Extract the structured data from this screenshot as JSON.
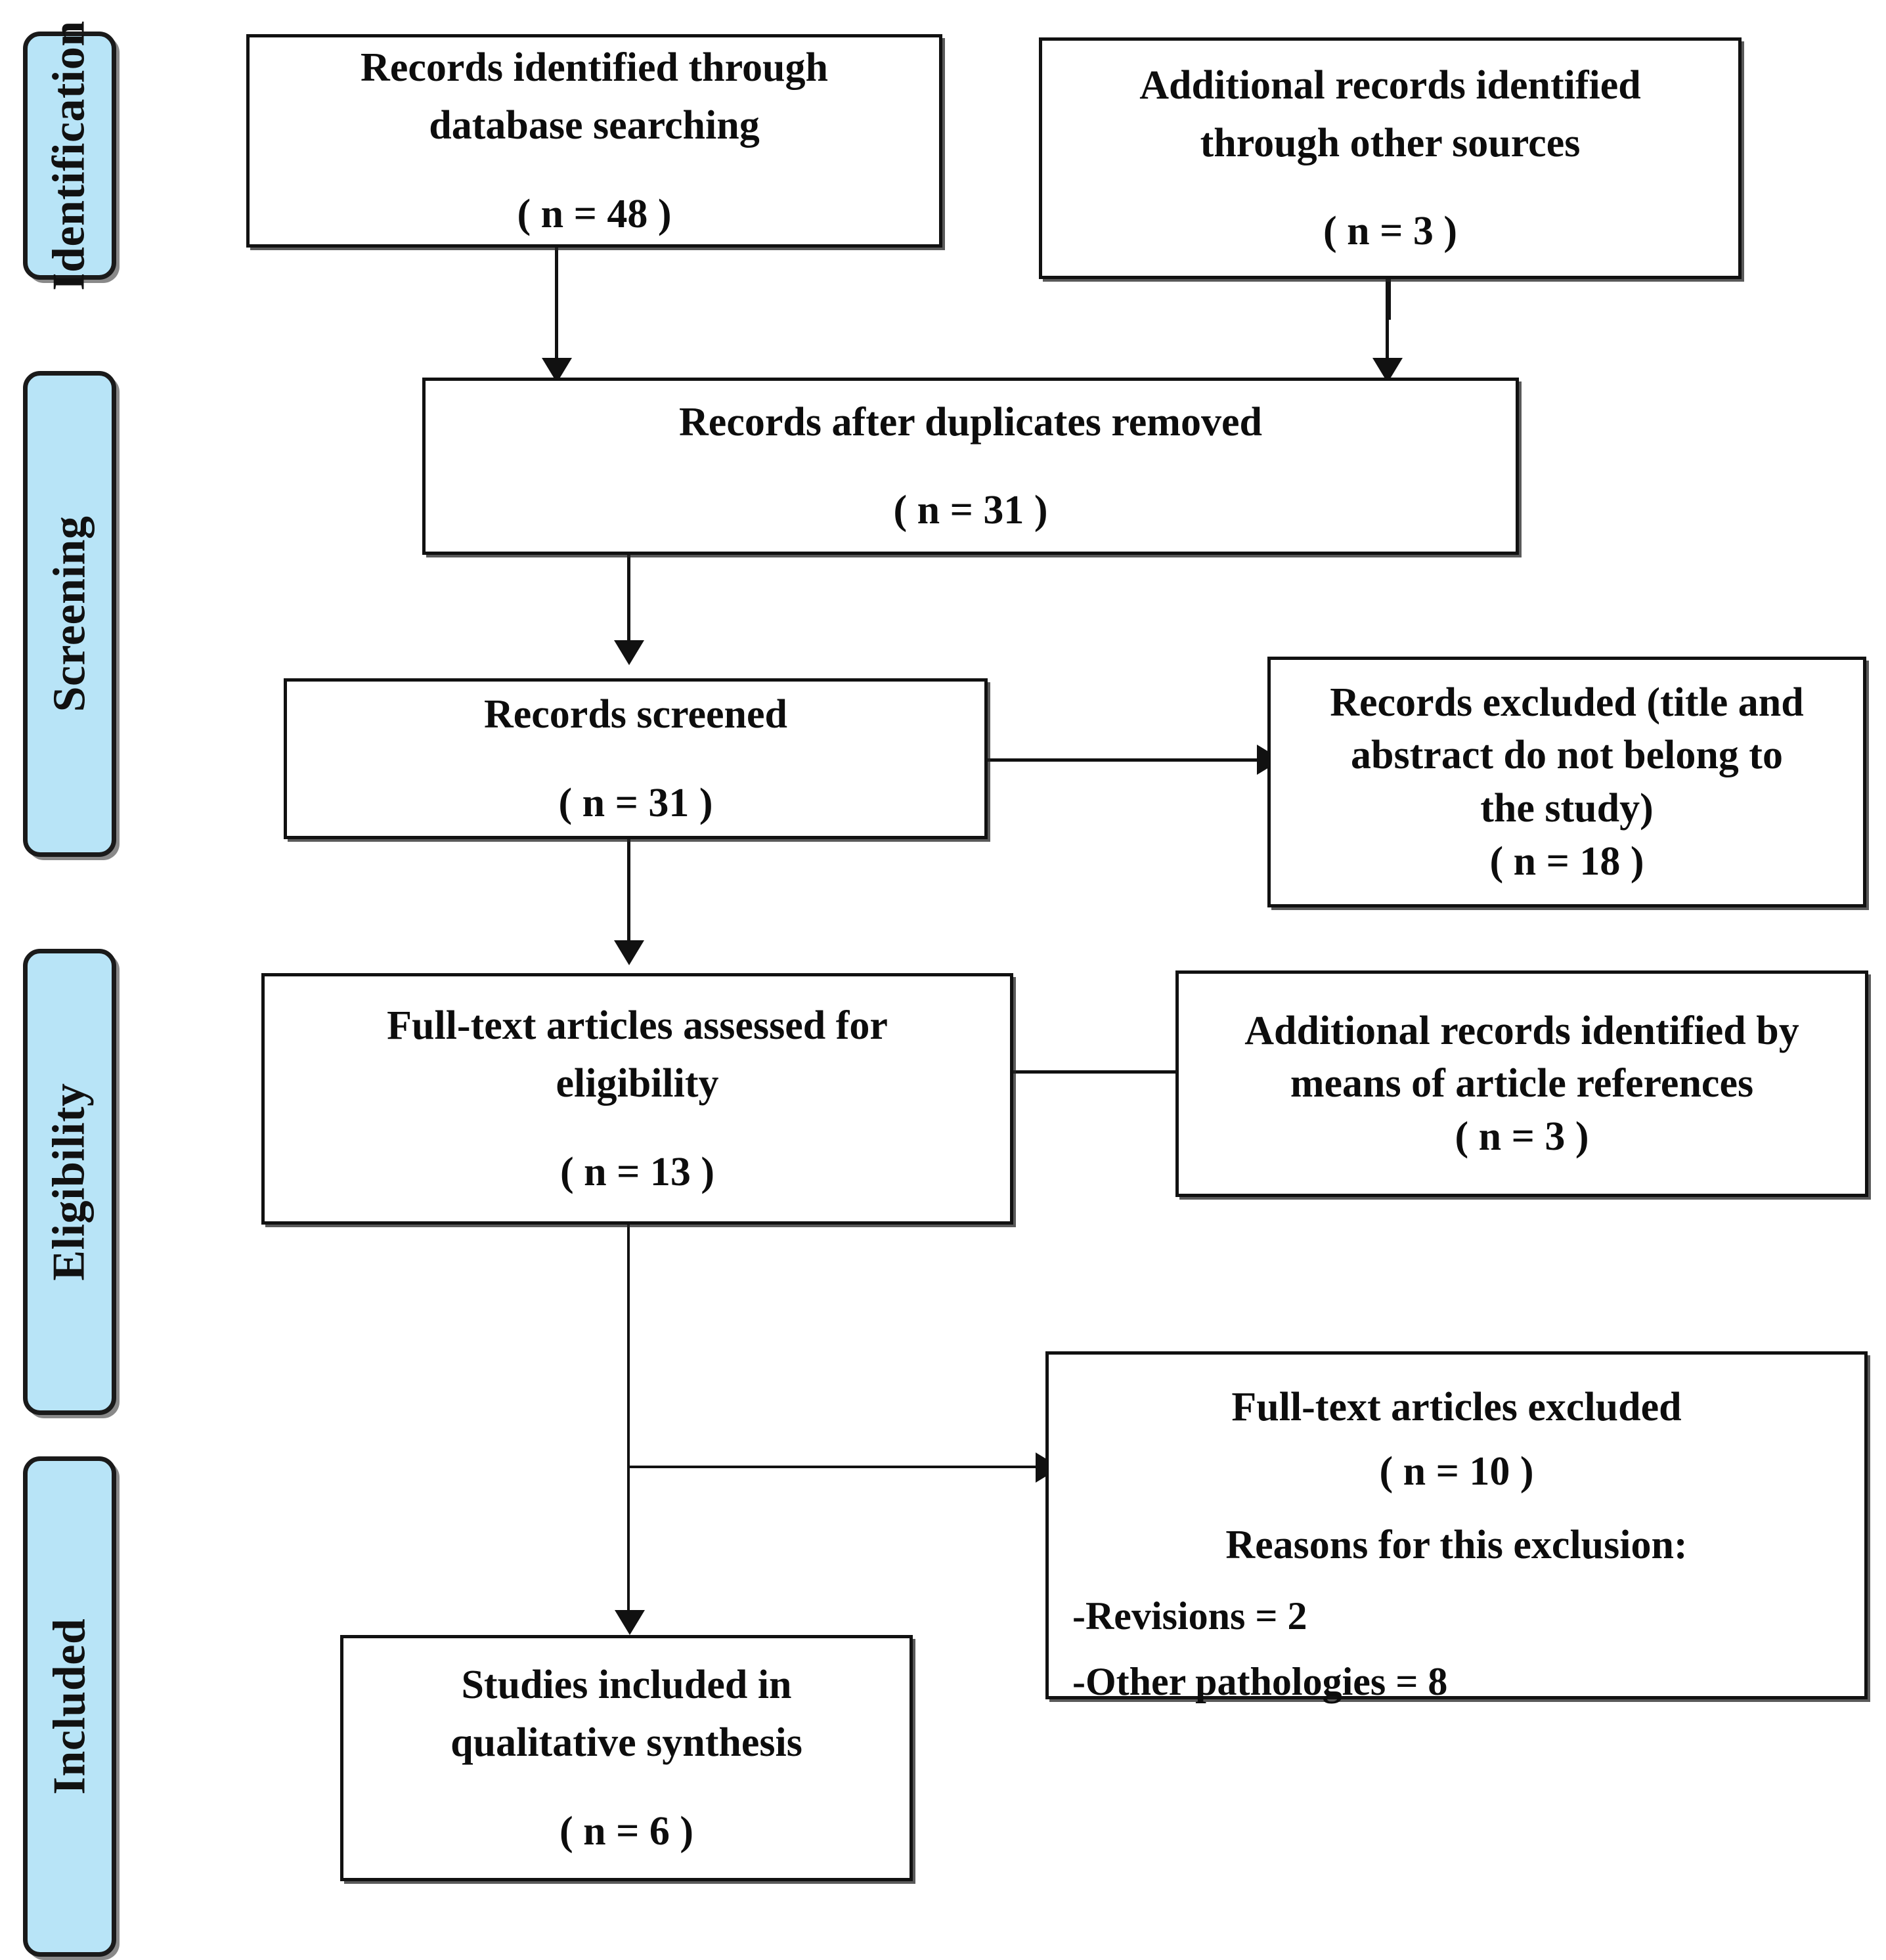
{
  "diagram": {
    "title": "PRISMA flow diagram",
    "accent_color": "#b8e4f7",
    "line_color": "#111111",
    "background_color": "#ffffff"
  },
  "stages": [
    {
      "label": "Identification"
    },
    {
      "label": "Screening"
    },
    {
      "label": "Eligibility"
    },
    {
      "label": "Included"
    }
  ],
  "boxes": {
    "database_search": {
      "line1": "Records identified through",
      "line2": "database searching",
      "count": "( n = 48 )"
    },
    "other_sources": {
      "line1": "Additional records identified",
      "line2": "through other sources",
      "count": "( n = 3 )"
    },
    "duplicates_removed": {
      "line1": "Records after duplicates removed",
      "count": "( n = 31 )"
    },
    "records_screened": {
      "line1": "Records screened",
      "count": "( n = 31 )"
    },
    "records_excluded": {
      "line1": "Records excluded (title and",
      "line2": "abstract do not belong to",
      "line3": "the study)",
      "count": "( n = 18 )"
    },
    "fulltext_assessed": {
      "line1": "Full-text articles assessed for",
      "line2": "eligibility",
      "count": "( n = 13 )"
    },
    "article_references": {
      "line1": "Additional records identified by",
      "line2": "means of article references",
      "count": "( n = 3 )"
    },
    "fulltext_excluded": {
      "line1": "Full-text articles excluded",
      "count": "( n = 10 )",
      "reasons_header": "Reasons for this exclusion:",
      "reason1": "-Revisions = 2",
      "reason2": "-Other pathologies = 8"
    },
    "studies_included": {
      "line1": "Studies included in",
      "line2": "qualitative synthesis",
      "count": "( n = 6 )"
    }
  },
  "chart_data": {
    "type": "diagram",
    "title": "PRISMA flow diagram",
    "nodes": [
      {
        "id": "database_search",
        "stage": "Identification",
        "label": "Records identified through database searching",
        "n": 48
      },
      {
        "id": "other_sources",
        "stage": "Identification",
        "label": "Additional records identified through other sources",
        "n": 3
      },
      {
        "id": "duplicates_removed",
        "stage": "Screening",
        "label": "Records after duplicates removed",
        "n": 31
      },
      {
        "id": "records_screened",
        "stage": "Screening",
        "label": "Records screened",
        "n": 31
      },
      {
        "id": "records_excluded",
        "stage": "Screening",
        "label": "Records excluded (title and abstract do not belong to the study)",
        "n": 18
      },
      {
        "id": "fulltext_assessed",
        "stage": "Eligibility",
        "label": "Full-text articles assessed for eligibility",
        "n": 13
      },
      {
        "id": "article_references",
        "stage": "Eligibility",
        "label": "Additional records identified by means of article references",
        "n": 3
      },
      {
        "id": "fulltext_excluded",
        "stage": "Included",
        "label": "Full-text articles excluded",
        "n": 10,
        "reasons": [
          "-Revisions = 2",
          "-Other pathologies = 8"
        ]
      },
      {
        "id": "studies_included",
        "stage": "Included",
        "label": "Studies included in qualitative synthesis",
        "n": 6
      }
    ],
    "edges": [
      {
        "from": "database_search",
        "to": "duplicates_removed"
      },
      {
        "from": "other_sources",
        "to": "duplicates_removed"
      },
      {
        "from": "duplicates_removed",
        "to": "records_screened"
      },
      {
        "from": "records_screened",
        "to": "records_excluded"
      },
      {
        "from": "records_screened",
        "to": "fulltext_assessed"
      },
      {
        "from": "fulltext_assessed",
        "to": "article_references"
      },
      {
        "from": "fulltext_assessed",
        "to": "fulltext_excluded"
      },
      {
        "from": "fulltext_assessed",
        "to": "studies_included"
      }
    ]
  }
}
